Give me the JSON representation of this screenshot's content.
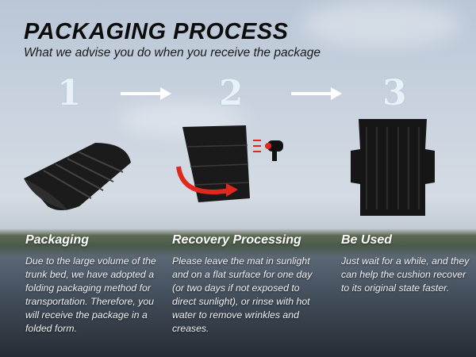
{
  "header": {
    "title": "PACKAGING PROCESS",
    "subtitle": "What we advise you do when you receive the package"
  },
  "steps": [
    {
      "number": "1",
      "heading": "Packaging",
      "text": "Due to the large volume of the trunk bed, we have adopted a folding packaging method for transportation. Therefore, you will receive the package in a folded form."
    },
    {
      "number": "2",
      "heading": "Recovery Processing",
      "text": "Please leave the mat in sunlight and on a flat surface for one day (or two days if not exposed to direct sunlight), or rinse with hot water to remove wrinkles and creases."
    },
    {
      "number": "3",
      "heading": "Be Used",
      "text": "Just wait for a  while, and they can help the cushion recover to its original state faster."
    }
  ],
  "colors": {
    "accent_red": "#e0291c",
    "mat": "#1a1a1a"
  }
}
